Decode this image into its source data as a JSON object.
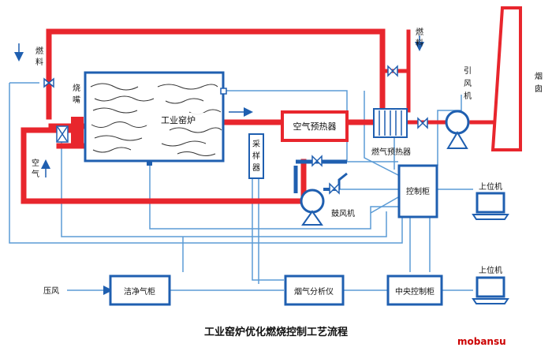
{
  "title": "工业窑炉优化燃烧控制工艺流程",
  "watermark": "mobansu",
  "colors": {
    "flue": "#e8262d",
    "pipe_blue": "#1f5fb0",
    "line_blue": "#5b9bd5",
    "box_fill": "#ffffff",
    "kiln_stroke": "#1f5fb0",
    "watermark": "#cc0000"
  },
  "labels": {
    "fuel_left": "燃料",
    "fuel_top": "燃料",
    "burner": "烧嘴",
    "kiln": "工业窑炉",
    "air": "空气",
    "sampler": "采样器",
    "air_preheater": "空气预热器",
    "flue_preheater": "燃气预热器",
    "induced_fan": "引风机",
    "chimney": "烟囱",
    "blower": "鼓风机",
    "control_cabinet": "控制柜",
    "host_top": "上位机",
    "host_bottom": "上位机",
    "pressure_air": "压风",
    "clean_air": "洁净气柜",
    "flue_analyzer": "烟气分析仪",
    "central_control": "中央控制柜"
  }
}
